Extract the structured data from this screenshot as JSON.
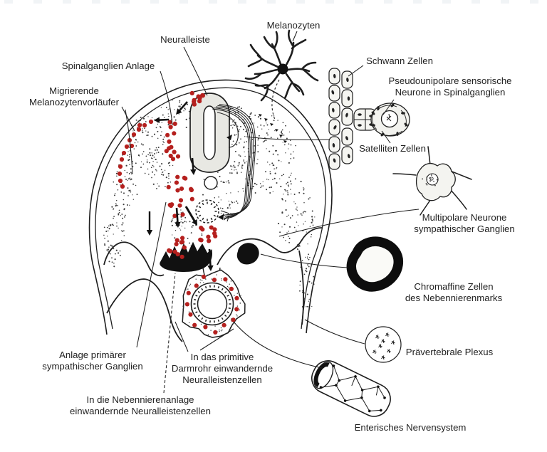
{
  "figure": {
    "subject": "Neural crest cell migration diagram (embryo cross-section)",
    "background": "#ffffff"
  },
  "colors": {
    "crest_cell_red": "#b5201e",
    "ink": "#1e1e1e",
    "shading": "#e8e8e3",
    "stipple": "#3a3a3a",
    "cell_fill": "#f5f5f1"
  },
  "labels": {
    "neuralleiste": "Neuralleiste",
    "spinalganglien_anlage": "Spinalganglien Anlage",
    "migrierende": {
      "l1": "Migrierende",
      "l2": "Melanozytenvorläufer"
    },
    "melanozyten": "Melanozyten",
    "schwann_zellen": "Schwann Zellen",
    "pseudounipolare": {
      "l1": "Pseudounipolare sensorische",
      "l2": "Neurone in Spinalganglien"
    },
    "satelliten_zellen": "Satelliten Zellen",
    "multipolare": {
      "l1": "Multipolare Neurone",
      "l2": "sympathischer Ganglien"
    },
    "chromaffine": {
      "l1": "Chromaffine Zellen",
      "l2": "des Nebennierenmarks"
    },
    "praevertebrale": "Prävertebrale Plexus",
    "enterisches": "Enterisches Nervensystem",
    "anlage_primaerer": {
      "l1": "Anlage primärer",
      "l2": "sympathischer Ganglien"
    },
    "darmrohr": {
      "l1": "In das primitive",
      "l2": "Darmrohr einwandernde",
      "l3": "Neuralleistenzellen"
    },
    "nebennierenanlage": {
      "l1": "In die Nebennierenanlage",
      "l2": "einwandernde Neuralleistenzellen"
    }
  }
}
